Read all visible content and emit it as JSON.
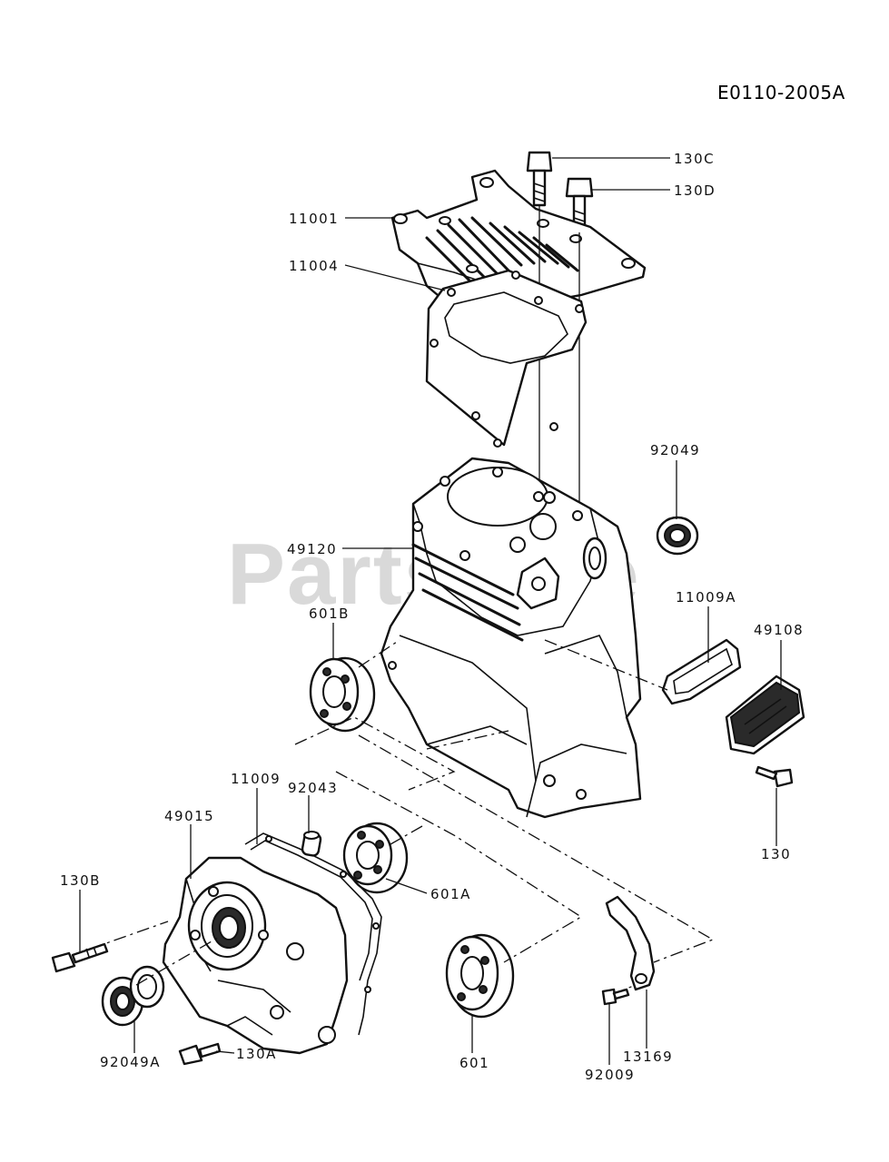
{
  "diagram": {
    "code": "E0110-2005A",
    "watermark": "PartsTree",
    "callouts": {
      "p130C": "130C",
      "p130D": "130D",
      "p11001": "11001",
      "p11004": "11004",
      "p92049": "92049",
      "p49120": "49120",
      "p11009A": "11009A",
      "p49108": "49108",
      "p601B": "601B",
      "p130": "130",
      "p11009": "11009",
      "p92043": "92043",
      "p49015": "49015",
      "p601A": "601A",
      "p130B": "130B",
      "p601": "601",
      "p13169": "13169",
      "p92009": "92009",
      "p92049A": "92049A",
      "p130A": "130A"
    }
  }
}
